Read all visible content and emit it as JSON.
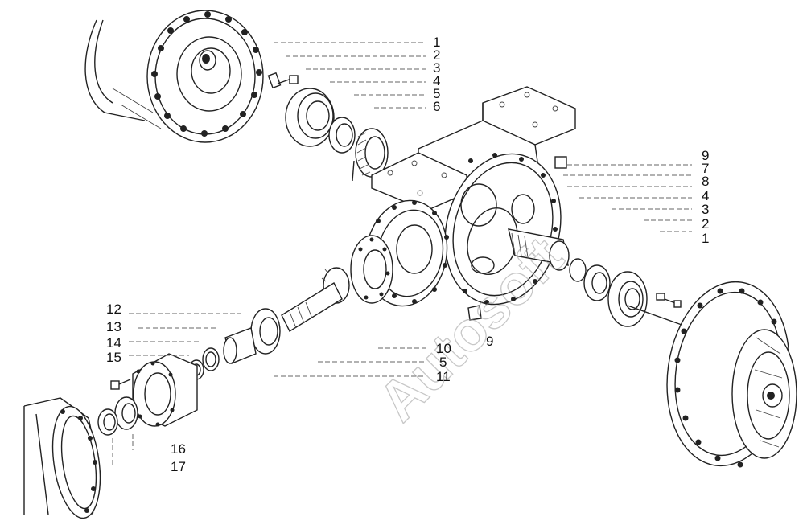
{
  "diagram": {
    "watermark": "Autosoft",
    "labels_top": [
      "1",
      "2",
      "3",
      "4",
      "5",
      "6"
    ],
    "labels_right": [
      "9",
      "7",
      "8",
      "4",
      "3",
      "2",
      "1"
    ],
    "labels_left": [
      "12",
      "13",
      "14",
      "15"
    ],
    "labels_bottom_mid": [
      "10",
      "5",
      "11"
    ],
    "label_center": "9",
    "labels_bottom_left": [
      "16",
      "17"
    ],
    "colors": {
      "line": "#222222",
      "leader": "#666666",
      "watermark": "#9a9a9a"
    }
  }
}
